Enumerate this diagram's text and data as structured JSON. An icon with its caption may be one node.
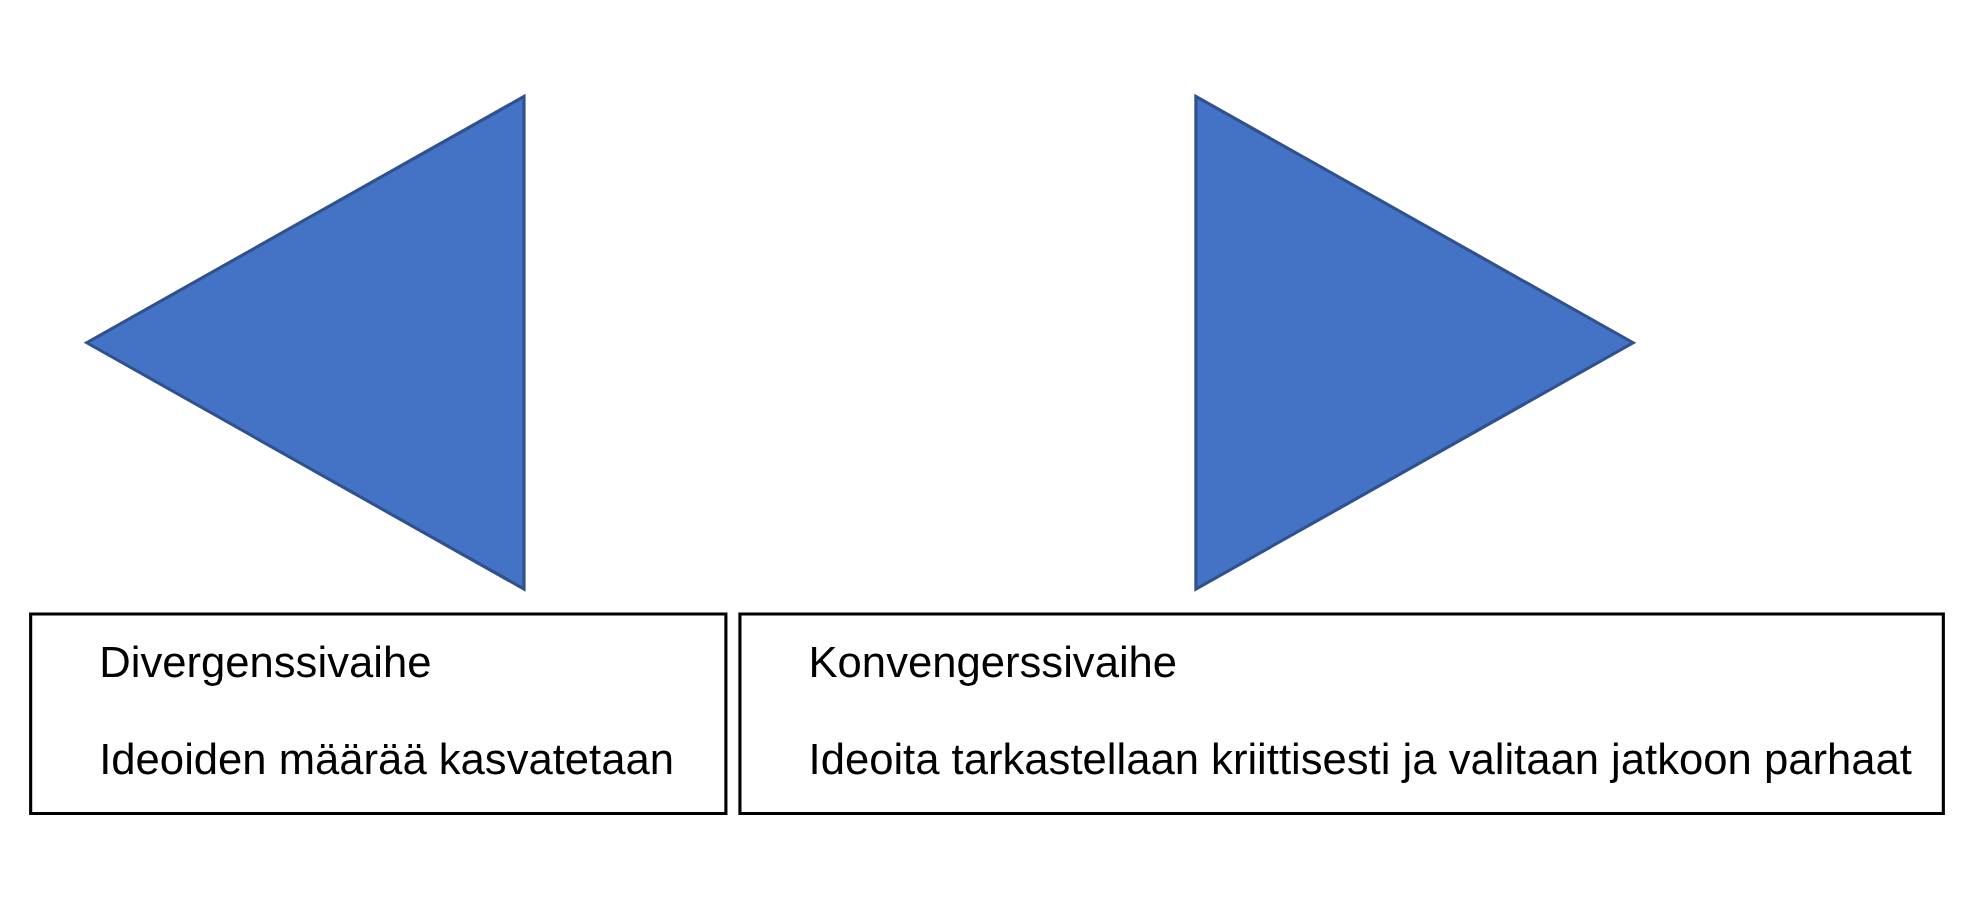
{
  "diagram": {
    "nodes": [
      {
        "text": [],
        "shape": "triangle"
      },
      {
        "text": [],
        "shape": "triangle"
      },
      {
        "text": [
          "Divergenssivaihe",
          "Ideoiden määrää kasvatetaan"
        ]
      },
      {
        "text": [
          "Konvengerssivaihe",
          "Ideoita tarkastellaan kriittisesti ja valitaan jatkoon parhaat"
        ]
      }
    ]
  }
}
